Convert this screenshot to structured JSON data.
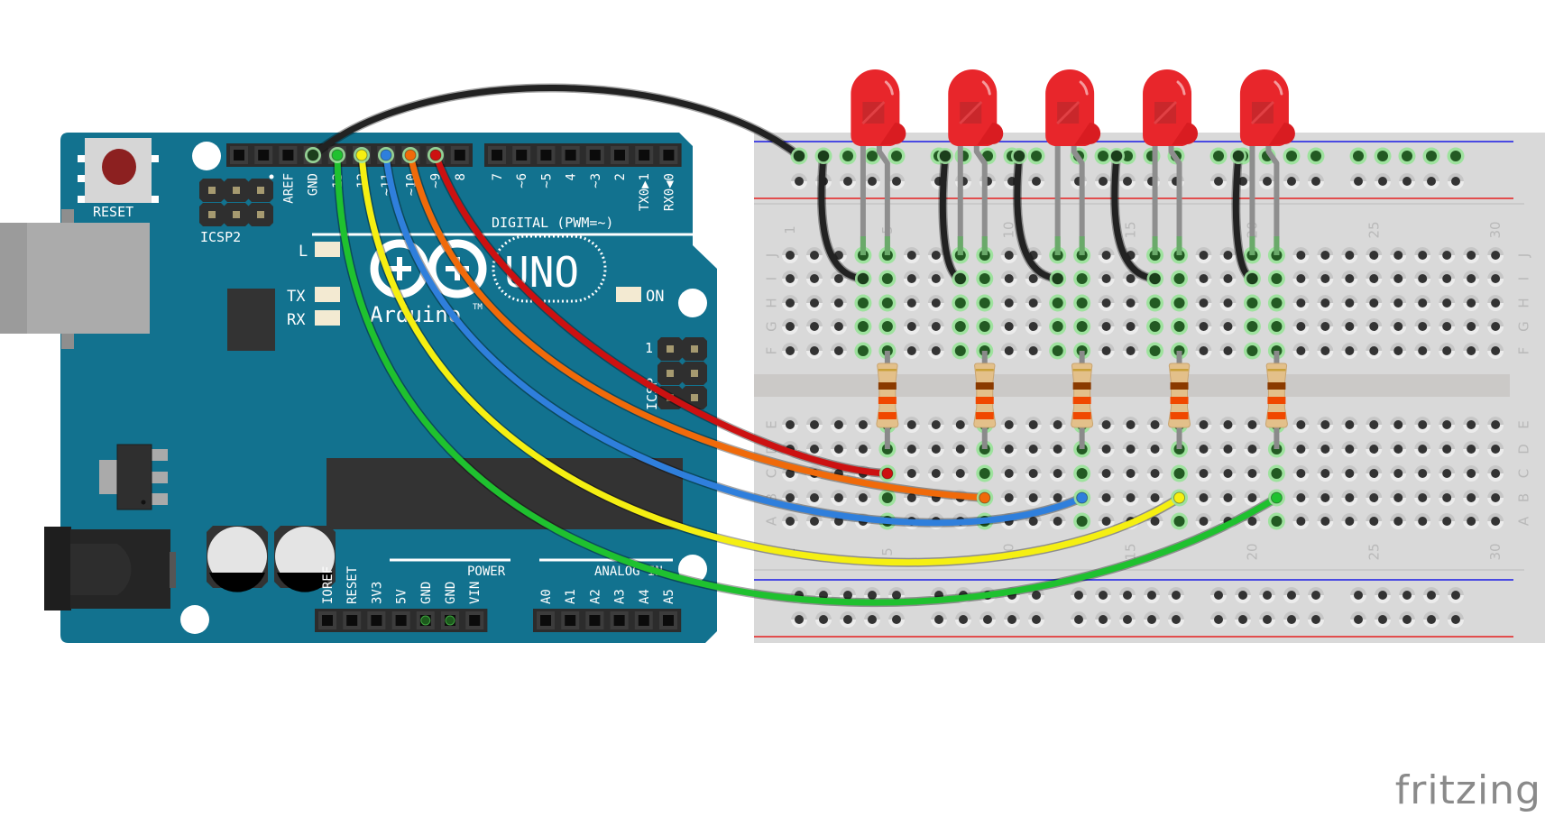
{
  "app": {
    "watermark": "fritzing"
  },
  "arduino": {
    "model": "UNO",
    "brand": "Arduino",
    "trademark": "TM",
    "board_color": "#12728f",
    "reset_label": "RESET",
    "icsp2_label": "ICSP2",
    "icsp_label": "ICSP",
    "icsp_pin1_label": "1",
    "leds": {
      "l": "L",
      "tx": "TX",
      "rx": "RX",
      "on": "ON"
    },
    "digital_section_label": "DIGITAL (PWM=~)",
    "power_section_label": "POWER",
    "analog_section_label": "ANALOG IN",
    "digital_header_1": [
      "",
      "",
      "AREF",
      "GND",
      "13",
      "12",
      "~11",
      "~10",
      "~9",
      "8"
    ],
    "digital_header_2": [
      "7",
      "~6",
      "~5",
      "4",
      "~3",
      "2",
      "TX0▶1",
      "RX0◀0"
    ],
    "power_header": [
      "IOREF",
      "RESET",
      "3V3",
      "5V",
      "GND",
      "GND",
      "VIN"
    ],
    "analog_header": [
      "A0",
      "A1",
      "A2",
      "A3",
      "A4",
      "A5"
    ]
  },
  "breadboard": {
    "columns": 30,
    "rows_top": [
      "J",
      "I",
      "H",
      "G",
      "F"
    ],
    "rows_bottom": [
      "E",
      "D",
      "C",
      "B",
      "A"
    ],
    "column_number_labels": [
      "1",
      "5",
      "10",
      "15",
      "20",
      "25",
      "30"
    ],
    "rail_colors": {
      "negative": "#1a1ae6",
      "positive": "#e62020"
    }
  },
  "components": {
    "leds": [
      {
        "id": "LED1",
        "color": "#e8262b",
        "anode_col": 5,
        "cathode_col": 4
      },
      {
        "id": "LED2",
        "color": "#e8262b",
        "anode_col": 9,
        "cathode_col": 8
      },
      {
        "id": "LED3",
        "color": "#e8262b",
        "anode_col": 13,
        "cathode_col": 12
      },
      {
        "id": "LED4",
        "color": "#e8262b",
        "anode_col": 17,
        "cathode_col": 16
      },
      {
        "id": "LED5",
        "color": "#e8262b",
        "anode_col": 21,
        "cathode_col": 20
      }
    ],
    "resistors": [
      {
        "id": "R1",
        "col": 5,
        "bands": [
          "#8a3a00",
          "#f04800",
          "#f04800"
        ]
      },
      {
        "id": "R2",
        "col": 9,
        "bands": [
          "#8a3a00",
          "#f04800",
          "#f04800"
        ]
      },
      {
        "id": "R3",
        "col": 13,
        "bands": [
          "#8a3a00",
          "#f04800",
          "#f04800"
        ]
      },
      {
        "id": "R4",
        "col": 17,
        "bands": [
          "#8a3a00",
          "#f04800",
          "#f04800"
        ]
      },
      {
        "id": "R5",
        "col": 21,
        "bands": [
          "#8a3a00",
          "#f04800",
          "#f04800"
        ]
      }
    ]
  },
  "wires": [
    {
      "id": "gnd-wire",
      "color": "#222222",
      "from": "GND",
      "to": "top rail -"
    },
    {
      "id": "pin13-wire",
      "color": "#1fc12f",
      "from": "13",
      "to": "B21"
    },
    {
      "id": "pin12-wire",
      "color": "#f5ef12",
      "from": "12",
      "to": "B17"
    },
    {
      "id": "pin11-wire",
      "color": "#2f7fdc",
      "from": "~11",
      "to": "B13"
    },
    {
      "id": "pin10-wire",
      "color": "#f06a0a",
      "from": "~10",
      "to": "B9"
    },
    {
      "id": "pin9-wire",
      "color": "#cc1111",
      "from": "~9",
      "to": "C5"
    }
  ]
}
